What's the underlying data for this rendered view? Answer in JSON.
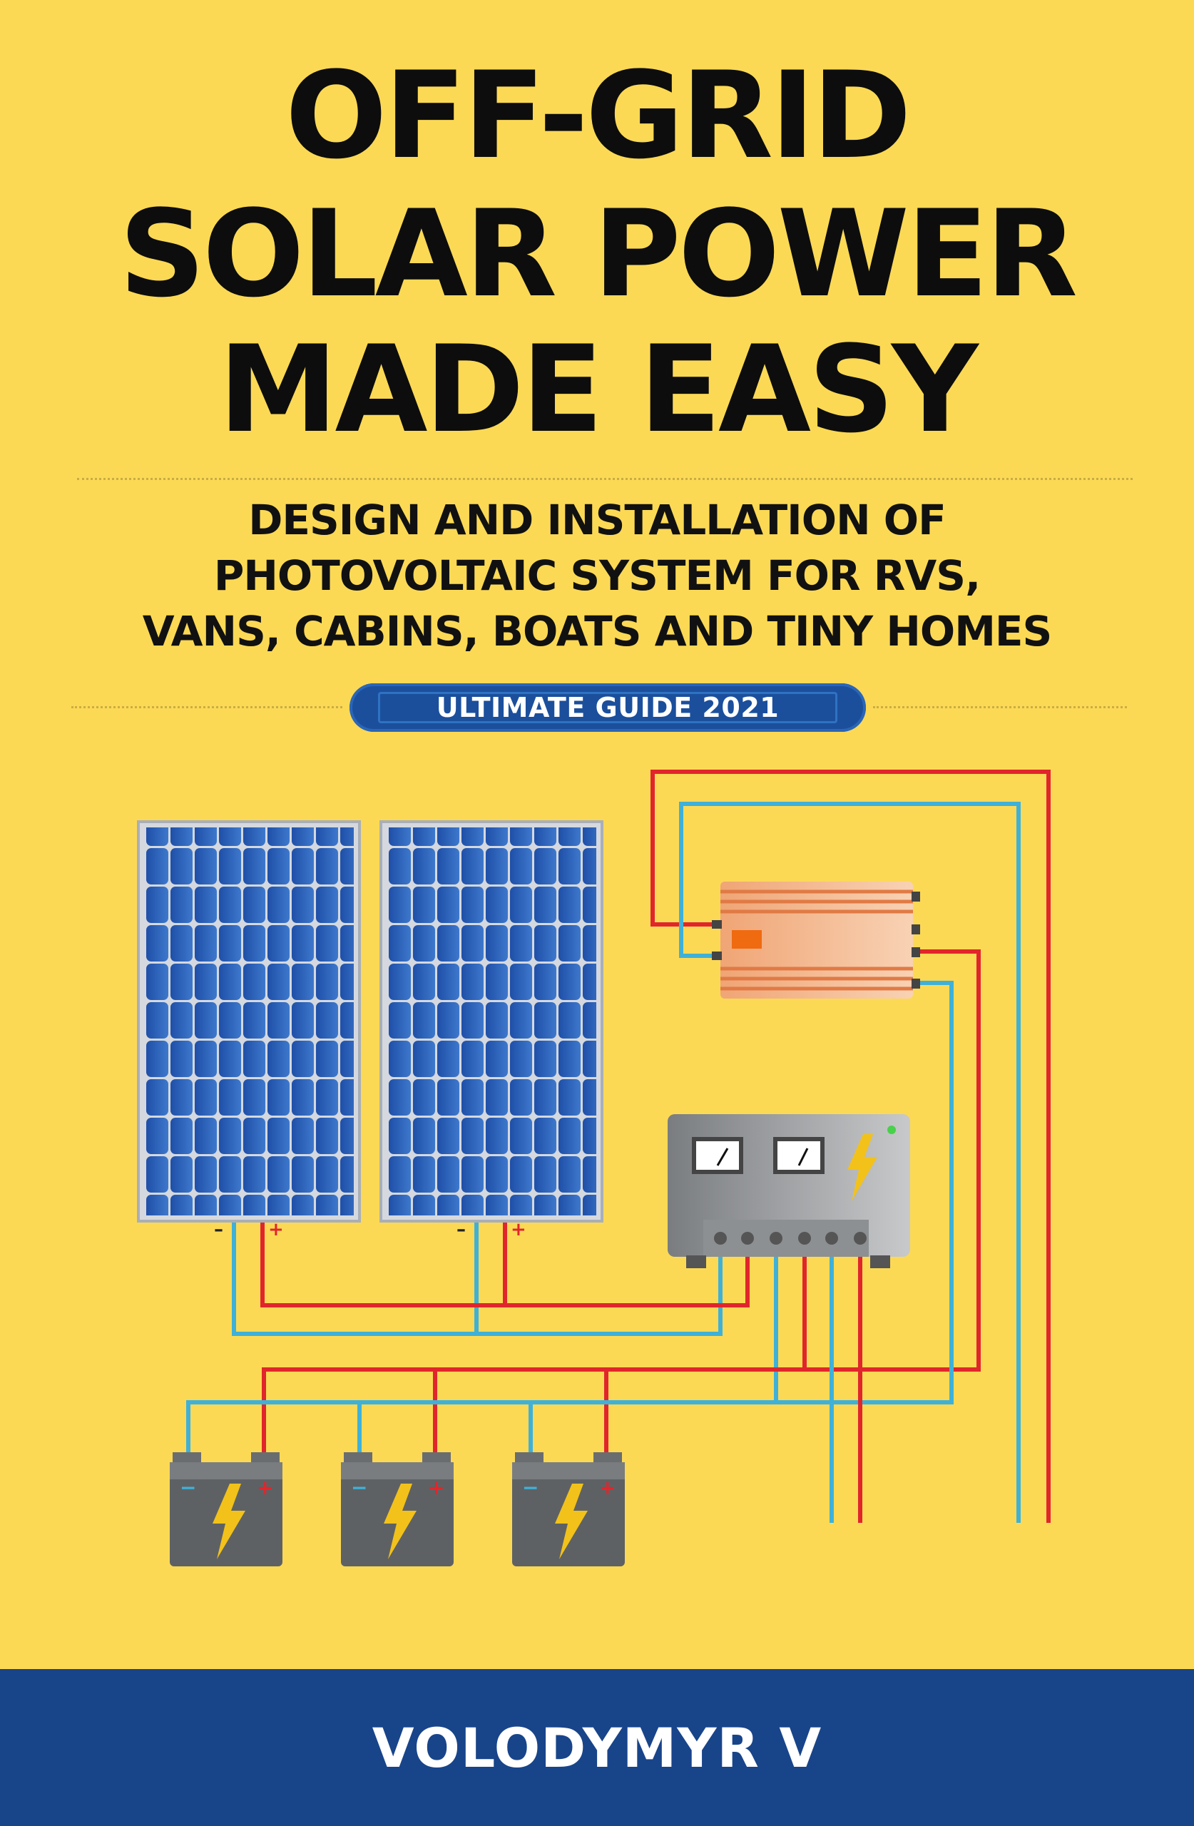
{
  "title_lines": [
    "OFF-GRID",
    "SOLAR POWER",
    "MADE EASY"
  ],
  "subtitle_lines": [
    "DESIGN AND INSTALLATION OF",
    "PHOTOVOLTAIC SYSTEM FOR RVS,",
    "VANS, CABINS, BOATS AND TINY HOMES"
  ],
  "badge": "ULTIMATE GUIDE 2021",
  "author": "VOLODYMYR V",
  "panel_terminals": {
    "negative": "–",
    "positive": "+"
  },
  "battery_terminals": {
    "negative": "−",
    "positive": "+"
  },
  "colors": {
    "background": "#fcd955",
    "title": "#0d0d0d",
    "badge": "#1b4f9c",
    "author_band": "#18448a",
    "wire_positive": "#e0262c",
    "wire_negative": "#3fb1d8",
    "panel_cell": "#2d63b8"
  }
}
